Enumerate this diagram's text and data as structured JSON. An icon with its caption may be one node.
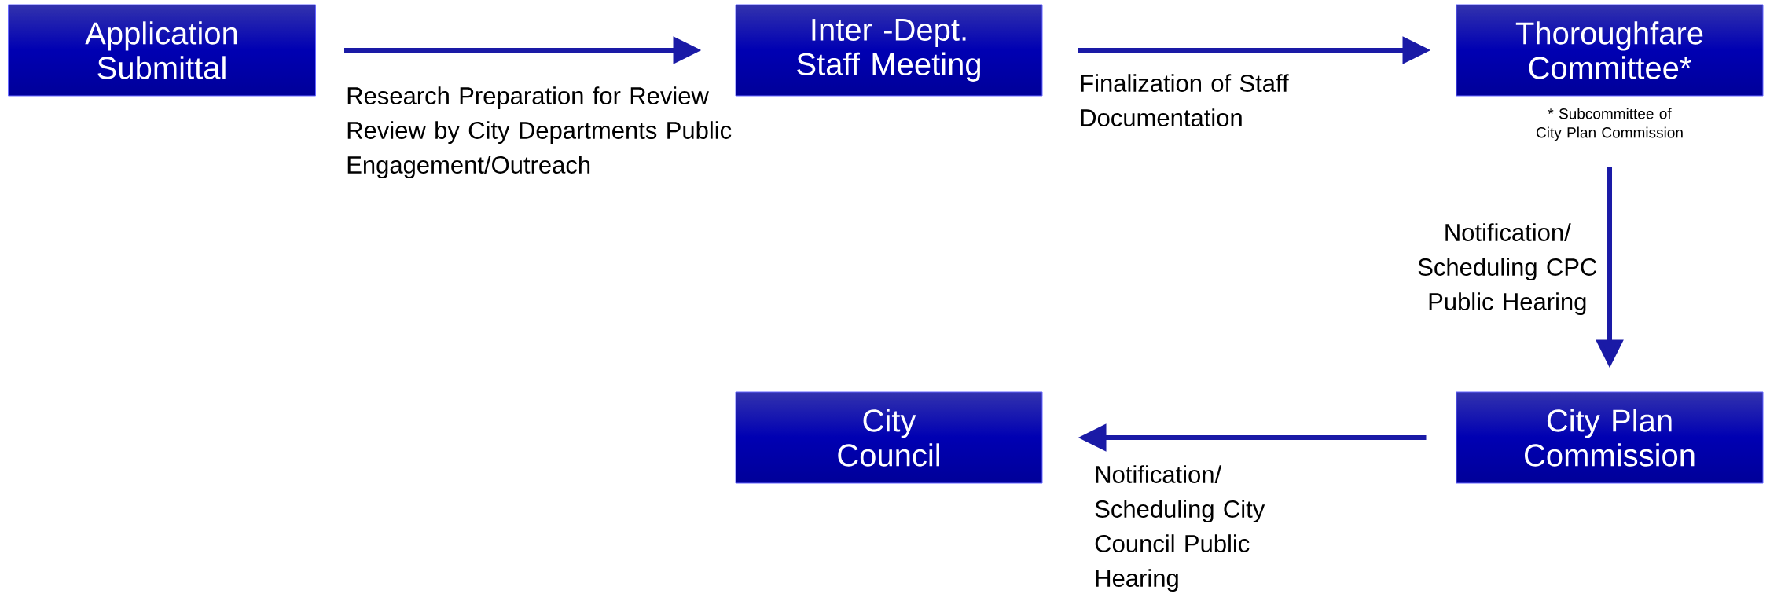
{
  "diagram": {
    "nodes": [
      {
        "text": [
          "Application Submittal"
        ]
      },
      {
        "text": [
          "Inter -Dept. Staff Meeting"
        ]
      },
      {
        "text": [
          "Thoroughfare Committee*"
        ],
        "beside": [
          "* Subcommittee of City Plan Commission"
        ]
      },
      {
        "text": [
          "City Plan Commission"
        ]
      },
      {
        "text": [
          "City Council"
        ]
      }
    ],
    "edges": [
      {
        "from": 0,
        "to": 1,
        "arrow": "to",
        "label": "Research Preparation for Review Review by City Departments Public Engagement/Outreach"
      },
      {
        "from": 1,
        "to": 2,
        "arrow": "to",
        "label": "Finalization of Staff Documentation"
      },
      {
        "from": 2,
        "to": 3,
        "arrow": "to",
        "label": "Notification/ Scheduling CPC Public Hearing"
      },
      {
        "from": 3,
        "to": 4,
        "arrow": "to",
        "label": "Notification/ Scheduling City Council Public Hearing"
      }
    ]
  }
}
